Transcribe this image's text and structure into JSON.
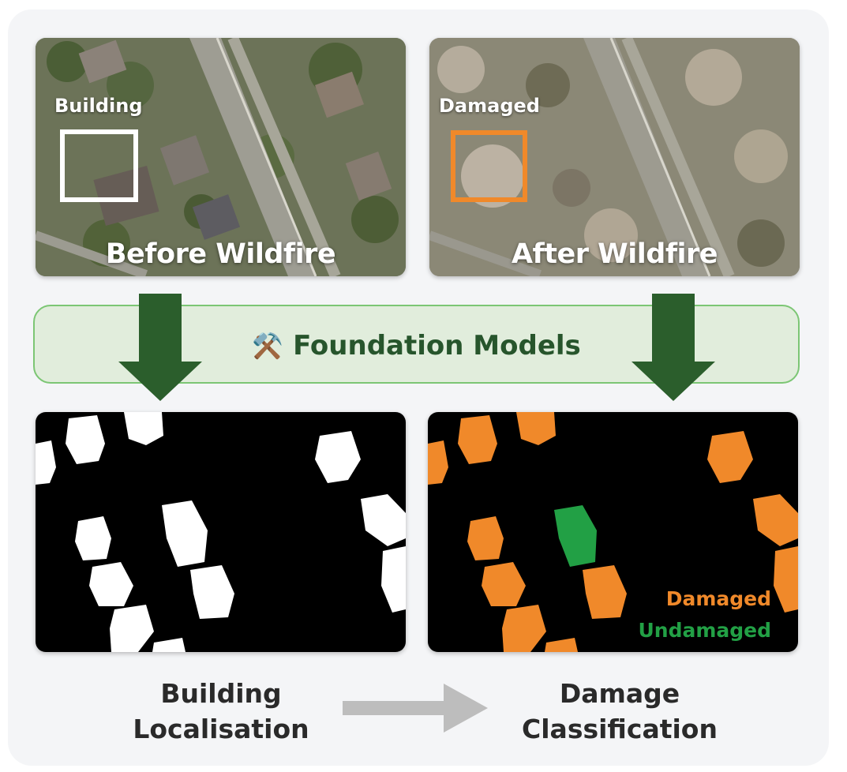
{
  "before_panel": {
    "box_label": "Building",
    "caption": "Before Wildfire"
  },
  "after_panel": {
    "box_label": "Damaged",
    "caption": "After Wildfire"
  },
  "foundation": {
    "icon": "hammer-wrench-icon",
    "icon_glyph": "⚒️",
    "label": "Foundation Models"
  },
  "legend": {
    "damaged": "Damaged",
    "undamaged": "Undamaged"
  },
  "captions": {
    "left_line1": "Building",
    "left_line2": "Localisation",
    "right_line1": "Damage",
    "right_line2": "Classification"
  },
  "colors": {
    "building_box": "#ffffff",
    "damaged": "#f0892a",
    "undamaged": "#22a045",
    "arrow": "#2b5e2c",
    "bar_fill": "#e1eddc",
    "bar_border": "#7cc674",
    "flow_arrow": "#bdbdbd"
  }
}
